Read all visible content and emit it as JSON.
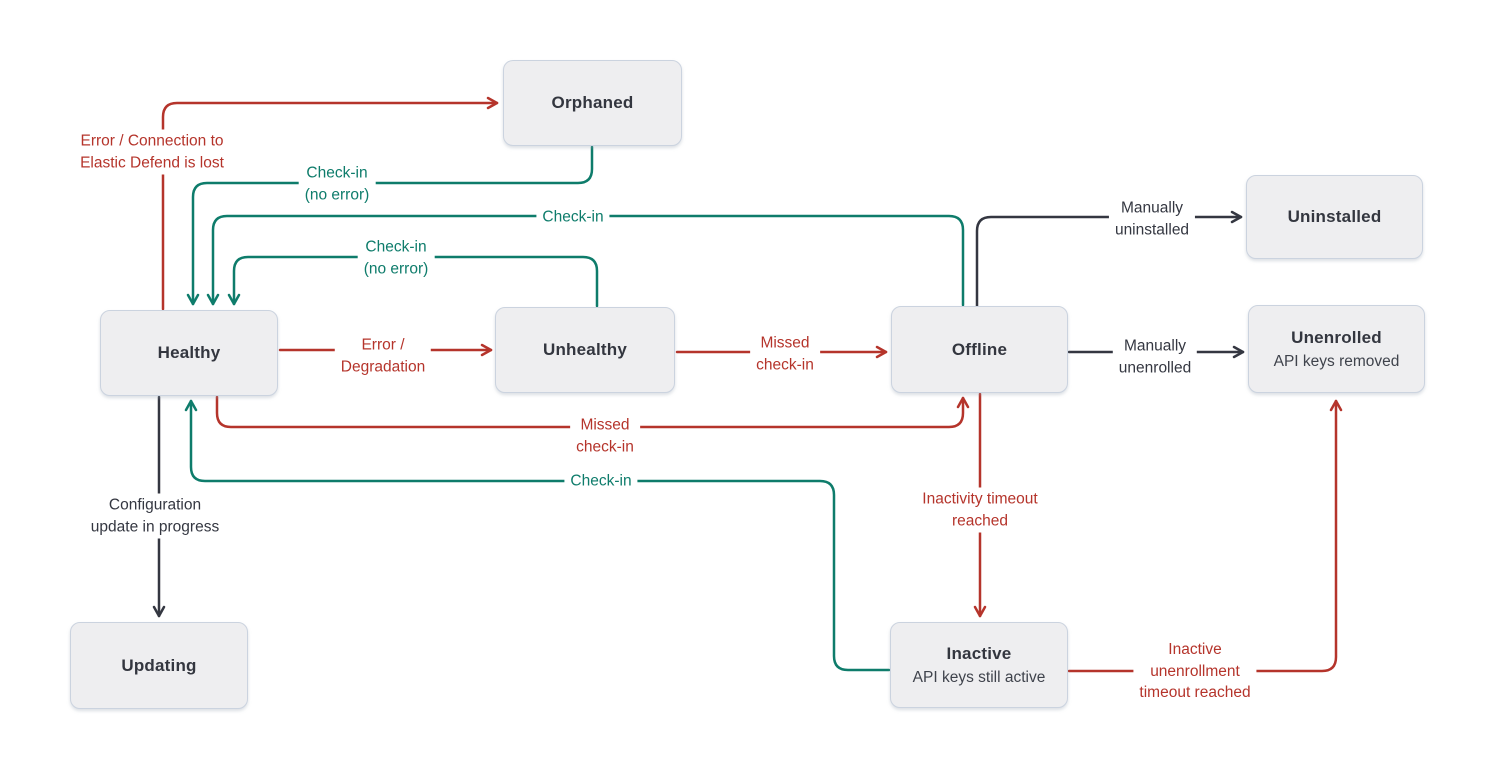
{
  "diagram": {
    "name": "Elastic Agent status state diagram",
    "background": "#ffffff"
  },
  "colors": {
    "error_red": "#b5342b",
    "checkin_teal": "#0e7c6b",
    "neutral_dark": "#343741",
    "box_fill": "#eeeef0",
    "box_border": "#cbd3df"
  },
  "states": {
    "orphaned": {
      "title": "Orphaned"
    },
    "healthy": {
      "title": "Healthy"
    },
    "unhealthy": {
      "title": "Unhealthy"
    },
    "offline": {
      "title": "Offline"
    },
    "uninstalled": {
      "title": "Uninstalled"
    },
    "unenrolled": {
      "title": "Unenrolled",
      "subtitle": "API keys removed"
    },
    "updating": {
      "title": "Updating"
    },
    "inactive": {
      "title": "Inactive",
      "subtitle": "API keys still active"
    }
  },
  "transitions": {
    "healthy_to_orphaned": {
      "color": "red",
      "label": [
        "Error / Connection to",
        "Elastic Defend is lost"
      ]
    },
    "orphaned_to_healthy": {
      "color": "teal",
      "label": [
        "Check-in",
        "(no error)"
      ]
    },
    "offline_to_healthy": {
      "color": "teal",
      "label": [
        "Check-in"
      ]
    },
    "unhealthy_to_healthy": {
      "color": "teal",
      "label": [
        "Check-in",
        "(no error)"
      ]
    },
    "healthy_to_unhealthy": {
      "color": "red",
      "label": [
        "Error /",
        "Degradation"
      ]
    },
    "unhealthy_to_offline": {
      "color": "red",
      "label": [
        "Missed",
        "check-in"
      ]
    },
    "offline_to_uninstalled": {
      "color": "dark",
      "label": [
        "Manually",
        "uninstalled"
      ]
    },
    "offline_to_unenrolled": {
      "color": "dark",
      "label": [
        "Manually",
        "unenrolled"
      ]
    },
    "healthy_to_offline": {
      "color": "red",
      "label": [
        "Missed",
        "check-in"
      ]
    },
    "healthy_to_updating": {
      "color": "dark",
      "label": [
        "Configuration",
        "update in progress"
      ]
    },
    "inactive_to_healthy": {
      "color": "teal",
      "label": [
        "Check-in"
      ]
    },
    "offline_to_inactive": {
      "color": "red",
      "label": [
        "Inactivity timeout",
        "reached"
      ]
    },
    "inactive_to_unenrolled": {
      "color": "red",
      "label": [
        "Inactive",
        "unenrollment",
        "timeout reached"
      ]
    }
  }
}
